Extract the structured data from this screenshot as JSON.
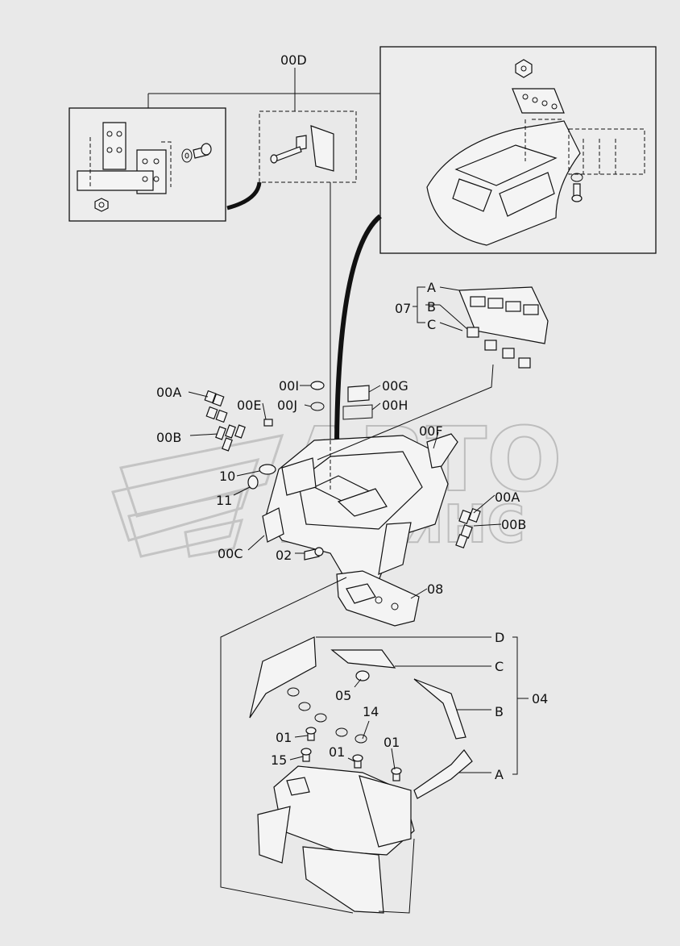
{
  "callouts": {
    "d00": "00D",
    "a00": "00A",
    "b00": "00B",
    "e00": "00E",
    "i00": "00I",
    "j00": "00J",
    "g00": "00G",
    "h00": "00H",
    "f00": "00F",
    "a00r": "00A",
    "b00r": "00B",
    "c00": "00C",
    "p07": "07",
    "p07a": "A",
    "p07b": "B",
    "p07c": "C",
    "p10": "10",
    "p11": "11",
    "p02": "02",
    "p08": "08",
    "p04": "04",
    "p04a": "A",
    "p04b": "B",
    "p04c": "C",
    "p04d": "D",
    "p05": "05",
    "p14": "14",
    "p01a": "01",
    "p01b": "01",
    "p01c": "01",
    "p15": "15"
  },
  "watermark": {
    "line1": "АВТО",
    "line2": "АЛЬЯНС"
  }
}
